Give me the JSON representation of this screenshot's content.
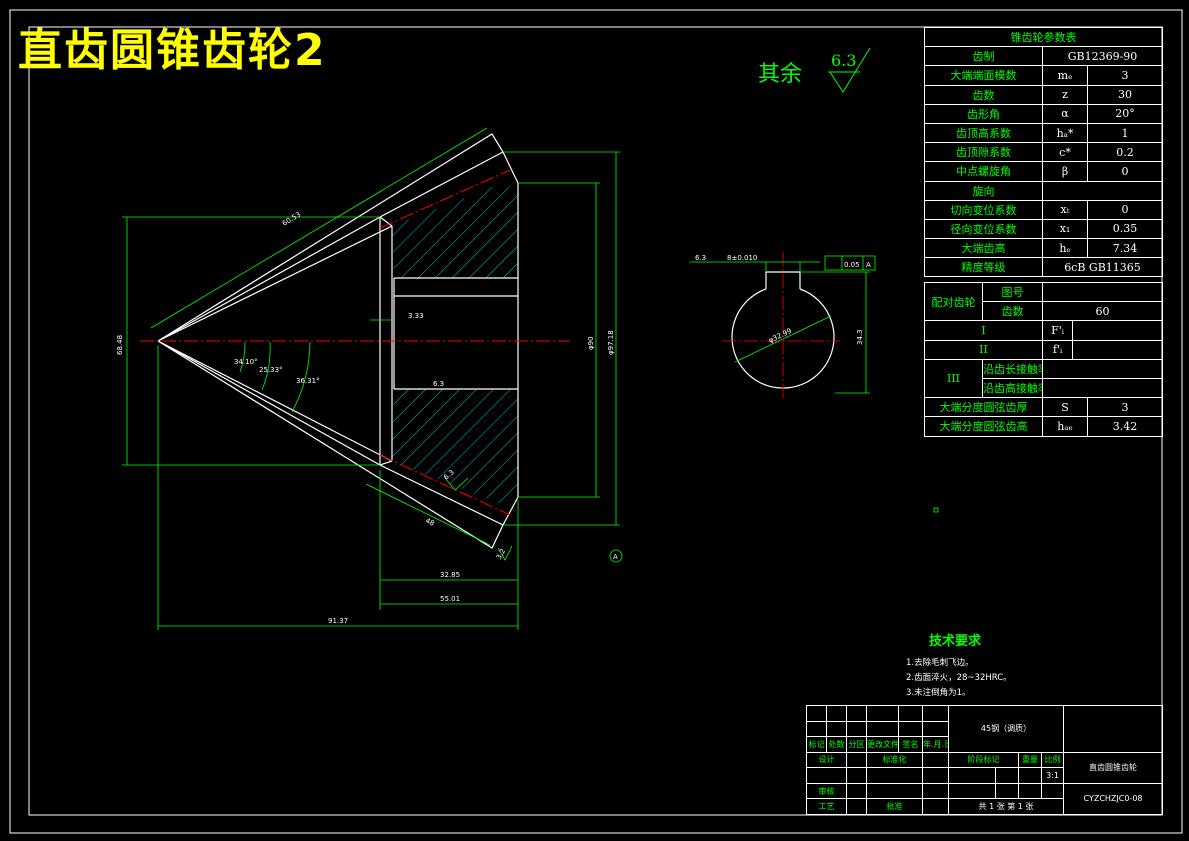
{
  "drawing_title": "直齿圆锥齿轮2",
  "roughness": {
    "label": "其余",
    "value": "6.3"
  },
  "param_table": {
    "title": "锥齿轮参数表",
    "rows": [
      {
        "name": "齿制",
        "value": "GB12369-90"
      },
      {
        "name": "大端端面模数",
        "symbol": "mₑ",
        "value": "3"
      },
      {
        "name": "齿数",
        "symbol": "z",
        "value": "30"
      },
      {
        "name": "齿形角",
        "symbol": "α",
        "value": "20°"
      },
      {
        "name": "齿顶高系数",
        "symbol": "hₐ*",
        "value": "1"
      },
      {
        "name": "齿顶隙系数",
        "symbol": "c*",
        "value": "0.2"
      },
      {
        "name": "中点螺旋角",
        "symbol": "β",
        "value": "0"
      },
      {
        "name": "旋向",
        "symbol": "",
        "value": ""
      },
      {
        "name": "切向变位系数",
        "symbol": "xₜ",
        "value": "0"
      },
      {
        "name": "径向变位系数",
        "symbol": "x₁",
        "value": "0.35"
      },
      {
        "name": "大端齿高",
        "symbol": "hₑ",
        "value": "7.34"
      },
      {
        "name": "精度等级",
        "value": "6cB GB11365"
      }
    ],
    "mating": {
      "label": "配对齿轮",
      "drawing_no_label": "图号",
      "drawing_no": "",
      "teeth_label": "齿数",
      "teeth": "60"
    },
    "group1": {
      "label": "I",
      "symbol": "F'ᵢ",
      "value": ""
    },
    "group2": {
      "label": "II",
      "symbol": "f'ᵢ",
      "value": ""
    },
    "group3": {
      "label": "III",
      "row1": "沿齿长接触率",
      "row2": "沿齿高接触率",
      "value1": "",
      "value2": ""
    },
    "bottom": [
      {
        "name": "大端分度圆弦齿厚",
        "symbol": "S",
        "value": "3"
      },
      {
        "name": "大端分度圆弦齿高",
        "symbol": "hₐₑ",
        "value": "3.42"
      }
    ]
  },
  "tech_req": {
    "title": "技术要求",
    "items": [
      "1.去除毛刺飞边。",
      "2.齿面淬火，28~32HRC。",
      "3.未注倒角为1。"
    ]
  },
  "title_block": {
    "material": "45钢（调质）",
    "part_name": "直齿圆锥齿轮",
    "part_code": "CYZCHZJC0-08",
    "mark": "标记",
    "count": "处数",
    "zone": "分区",
    "change_no": "更改文件号",
    "sign": "签名",
    "date": "年.月.日",
    "designer": "设计",
    "standardize": "标准化",
    "stage_mark": "阶段标记",
    "weight": "重量",
    "scale_label": "比例",
    "scale": "3:1",
    "review": "审核",
    "process": "工艺",
    "approve": "批准",
    "sheets": "共 1 张    第 1 张"
  },
  "dimensions": {
    "cone_slant": "60.53",
    "dia_left": "68.48",
    "offset": "3.33",
    "angle1": "34.10°",
    "angle2": "25.33°",
    "angle3": "36.31°",
    "face_width": "48",
    "length1": "32.85",
    "length2": "55.01",
    "length3": "91.37",
    "dia_right1": "φ90",
    "dia_right2": "φ97.18",
    "surface_finish": "6.3",
    "bore": "φ32.99",
    "keyway_depth": "34.3",
    "keyway_tol": "8±0.010",
    "tol_frame": "0.05",
    "datum": "A",
    "key_rough": "6.3",
    "inner_rough": "6.3",
    "face_rough": "3.2"
  },
  "colors": {
    "lines": "#00ff00",
    "outline": "#ffffff",
    "hatch": "#00ffff",
    "center": "#ff0000",
    "title": "#ffff00"
  }
}
